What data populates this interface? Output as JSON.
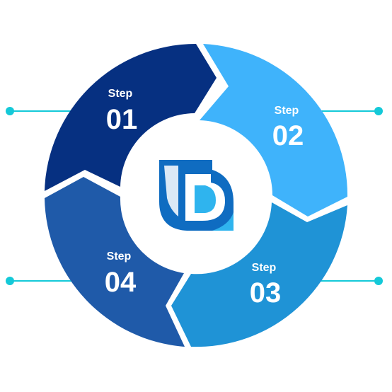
{
  "steps": [
    {
      "word": "Step",
      "number": "01",
      "color": "#063081"
    },
    {
      "word": "Step",
      "number": "02",
      "color": "#3fb3fb"
    },
    {
      "word": "Step",
      "number": "03",
      "color": "#1f93d6"
    },
    {
      "word": "Step",
      "number": "04",
      "color": "#1f5aa9"
    }
  ],
  "connector_color": "#14c9d8",
  "logo": {
    "name": "B-logo",
    "primary_color": "#0f6cc1",
    "secondary_color": "#2fb4ee"
  }
}
